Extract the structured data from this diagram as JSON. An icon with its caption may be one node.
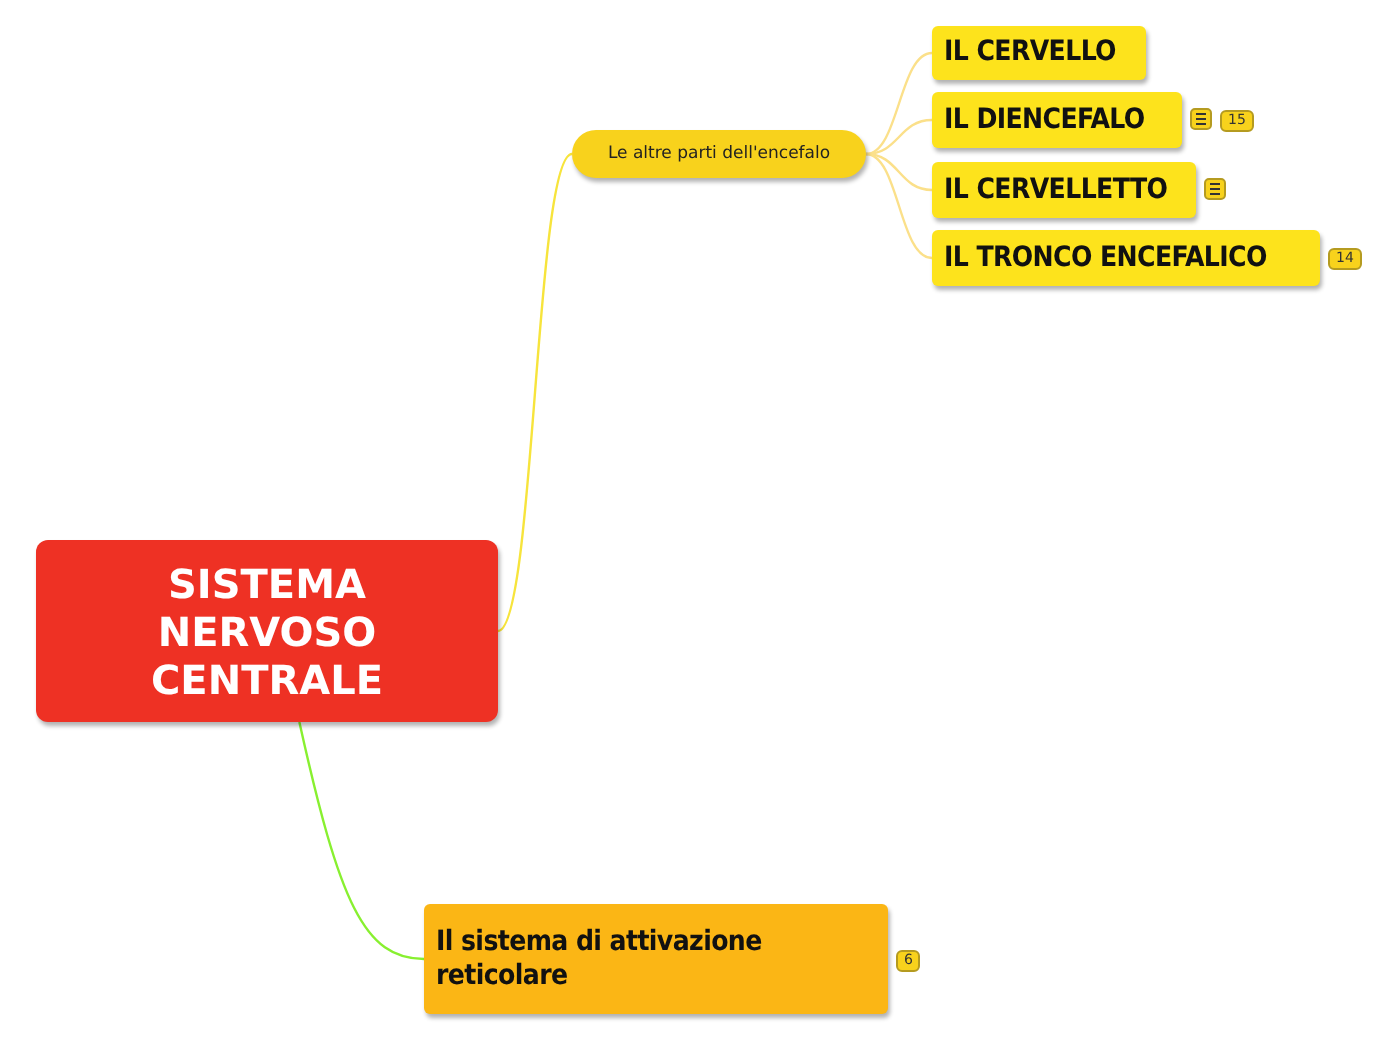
{
  "diagram": {
    "nodes": [
      {
        "text": [
          "SISTEMA NERVOSO CENTRALE"
        ]
      },
      {
        "text": [
          "Le altre parti dell'encefalo"
        ]
      },
      {
        "text": [
          "IL CERVELLO"
        ]
      },
      {
        "text": [
          "IL DIENCEFALO"
        ],
        "beside": [
          "15"
        ]
      },
      {
        "text": [
          "IL CERVELLETTO"
        ]
      },
      {
        "text": [
          "IL TRONCO ENCEFALICO"
        ],
        "beside": [
          "14"
        ]
      },
      {
        "text": [
          "Il sistema di attivazione reticolare"
        ],
        "beside": [
          "6"
        ]
      }
    ],
    "edges": [
      {
        "from": 0,
        "to": 1,
        "arrow": "none",
        "color": "#f7e43c"
      },
      {
        "from": 1,
        "to": 2,
        "arrow": "none"
      },
      {
        "from": 1,
        "to": 3,
        "arrow": "none"
      },
      {
        "from": 1,
        "to": 4,
        "arrow": "none"
      },
      {
        "from": 1,
        "to": 5,
        "arrow": "none"
      },
      {
        "from": 0,
        "to": 6,
        "arrow": "none",
        "color": "#88f030"
      }
    ]
  }
}
